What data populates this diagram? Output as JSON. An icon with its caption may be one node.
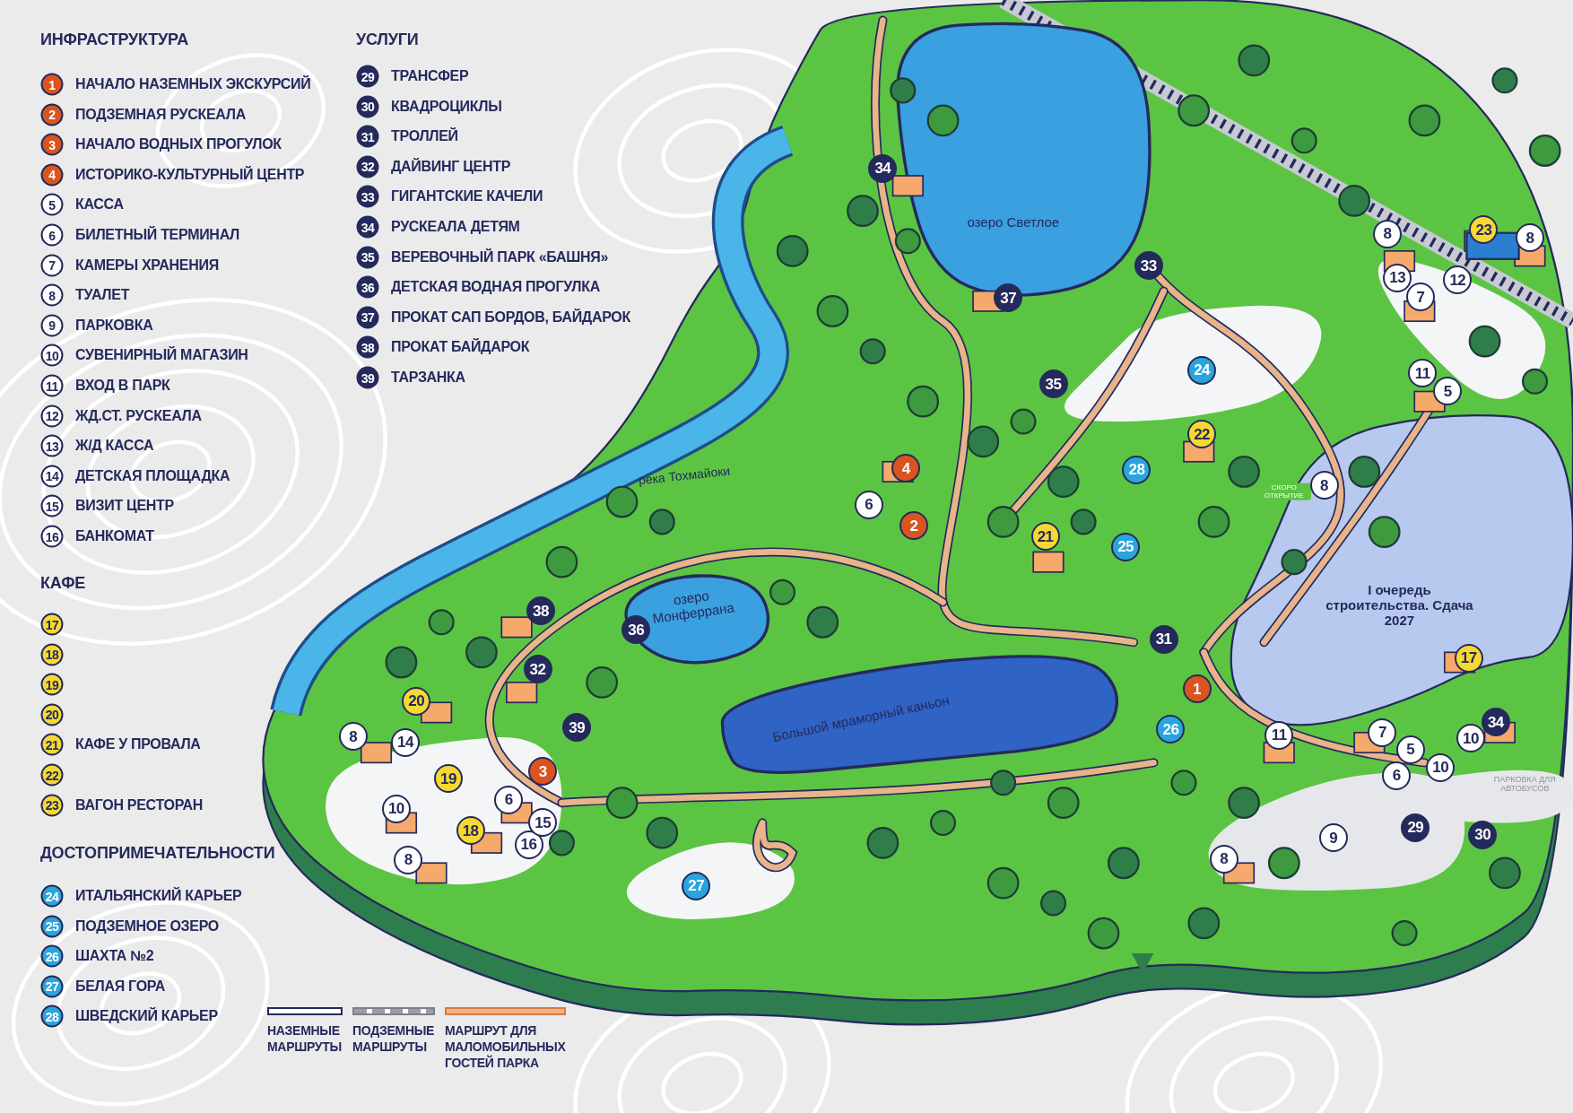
{
  "diagram": {
    "labels": [
      "ИНФРАСТРУКТУРА",
      "1",
      "НАЧАЛО НАЗЕМНЫХ ЭКСКУРСИЙ",
      "2",
      "ПОДЗЕМНАЯ РУСКЕАЛА",
      "3",
      "НАЧАЛО ВОДНЫХ ПРОГУЛОК",
      "4",
      "ИСТОРИКО-КУЛЬТУРНЫЙ ЦЕНТР",
      "5",
      "КАССА",
      "6",
      "БИЛЕТНЫЙ ТЕРМИНАЛ",
      "7",
      "КАМЕРЫ ХРАНЕНИЯ",
      "8",
      "ТУАЛЕТ",
      "9",
      "ПАРКОВКА",
      "10",
      "СУВЕНИРНЫЙ МАГАЗИН",
      "11",
      "ВХОД В ПАРК",
      "12",
      "ЖД.СТ. РУСКЕАЛА",
      "13",
      "Ж/Д КАССА",
      "14",
      "ДЕТСКАЯ ПЛОЩАДКА",
      "15",
      "ВИЗИТ ЦЕНТР",
      "16",
      "БАНКОМАТ",
      "КАФЕ",
      "17",
      "18",
      "19",
      "20",
      "21",
      "КАФЕ У ПРОВАЛА",
      "22",
      "23",
      "ВАГОН РЕСТОРАН",
      "ДОСТОПРИМЕЧАТЕЛЬНОСТИ",
      "24",
      "ИТАЛЬЯНСКИЙ КАРЬЕР",
      "25",
      "ПОДЗЕМНОЕ ОЗЕРО",
      "26",
      "ШАХТА №2",
      "27",
      "БЕЛАЯ ГОРА",
      "28",
      "ШВЕДСКИЙ КАРЬЕР",
      "УСЛУГИ",
      "29",
      "ТРАНСФЕР",
      "30",
      "КВАДРОЦИКЛЫ",
      "31",
      "ТРОЛЛЕЙ",
      "32",
      "ДАЙВИНГ ЦЕНТР",
      "33",
      "ГИГАНТСКИЕ КАЧЕЛИ",
      "34",
      "РУСКЕАЛА ДЕТЯМ",
      "35",
      "ВЕРЕВОЧНЫЙ ПАРК «БАШНЯ»",
      "36",
      "ДЕТСКАЯ ВОДНАЯ ПРОГУЛКА",
      "37",
      "ПРОКАТ САП БОРДОВ, БАЙДАРОК",
      "38",
      "ПРОКАТ БАЙДАРОК",
      "39",
      "ТАРЗАНКА",
      "34",
      "озеро Светлое",
      "8",
      "23",
      "8",
      "37",
      "33",
      "13",
      "7",
      "12",
      "35",
      "24",
      "11",
      "5",
      "22",
      "река Тохмайоки",
      "6",
      "4",
      "2",
      "21",
      "25",
      "28",
      "СКОРО ОТКРЫТИЕ",
      "8",
      "38",
      "36",
      "озеро Монферрана",
      "31",
      "I очередь строительства. Сдача 2027",
      "20",
      "32",
      "1",
      "17",
      "8",
      "14",
      "39",
      "Большой мраморный каньон",
      "26",
      "11",
      "7",
      "5",
      "10",
      "34",
      "19",
      "3",
      "6",
      "10",
      "ПАРКОВКА ДЛЯ АВТОБУСОВ",
      "10",
      "8",
      "18",
      "6",
      "16",
      "15",
      "8",
      "9",
      "29",
      "30",
      "27"
    ],
    "legend": [
      {
        "text": "НАЗЕМНЫЕ МАРШРУТЫ"
      },
      {
        "text": "ПОДЗЕМНЫЕ МАРШРУТЫ"
      },
      {
        "text": "МАРШРУТ ДЛЯ МАЛОМОБИЛЬНЫХ ГОСТЕЙ ПАРКА"
      }
    ]
  }
}
